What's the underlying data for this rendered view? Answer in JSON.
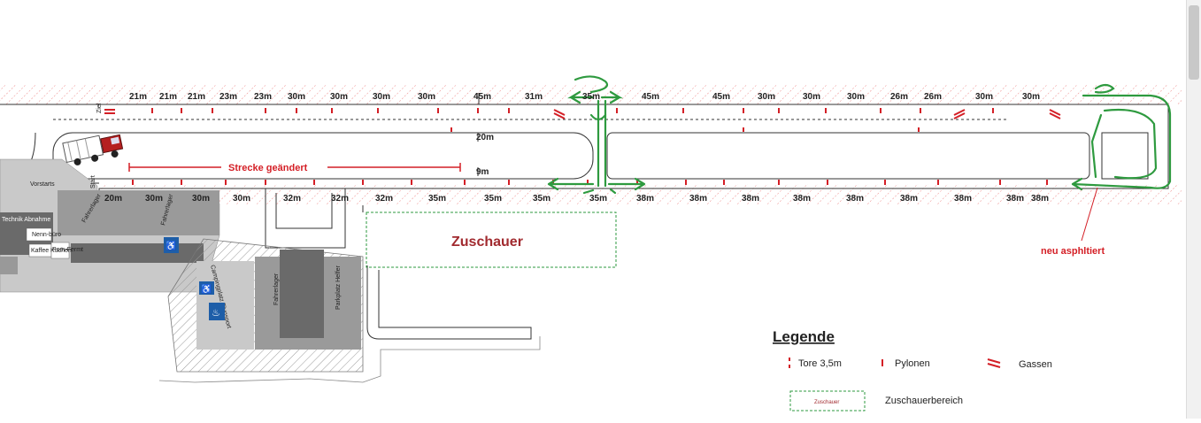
{
  "top_distances": [
    "21m",
    "21m",
    "21m",
    "23m",
    "23m",
    "30m",
    "30m",
    "30m",
    "30m",
    "45m",
    "31m",
    "35m",
    "45m",
    "45m",
    "30m",
    "30m",
    "30m",
    "26m",
    "26m",
    "30m",
    "30m"
  ],
  "bottom_distances": [
    "20m",
    "30m",
    "30m",
    "30m",
    "32m",
    "32m",
    "32m",
    "35m",
    "35m",
    "35m",
    "35m",
    "38m",
    "38m",
    "38m",
    "38m",
    "38m",
    "38m",
    "38m",
    "38m",
    "38m"
  ],
  "inner_distances": [
    "20m",
    "9m"
  ],
  "labels": {
    "strecke_geaendert": "Strecke geändert",
    "zuschauer": "Zuschauer",
    "neu_asphaltiert": "neu asphltiert",
    "vorstarts": "Vorstarts",
    "start": "Start",
    "ziel": "Ziel",
    "buero": "Nenn-büro",
    "technik": "Technik Abnahme",
    "kaffee": "Kaffee Kuchen",
    "pommes": "Pom-Fermt",
    "fahrerlager1": "Fahrerlager",
    "fahrerlager2": "Fahrerlager",
    "fahrerlager3": "Fahrerlager",
    "parkplatz": "Parkplatz Helfer",
    "camping": "Campingplatz Flugsport"
  },
  "legend": {
    "title": "Legende",
    "tore": "Tore 3,5m",
    "pylonen": "Pylonen",
    "gassen": "Gassen",
    "zuschauerbereich": "Zuschauerbereich",
    "zuschauer_small": "Zuschauer"
  },
  "colors": {
    "red": "#d41f26",
    "green": "#2e9a3f",
    "gray_dark": "#6a6a6a",
    "gray_mid": "#9a9a9a",
    "gray_light": "#c9c9c9"
  },
  "icons": [
    "truck-icon",
    "restroom-icon",
    "fire-icon"
  ]
}
